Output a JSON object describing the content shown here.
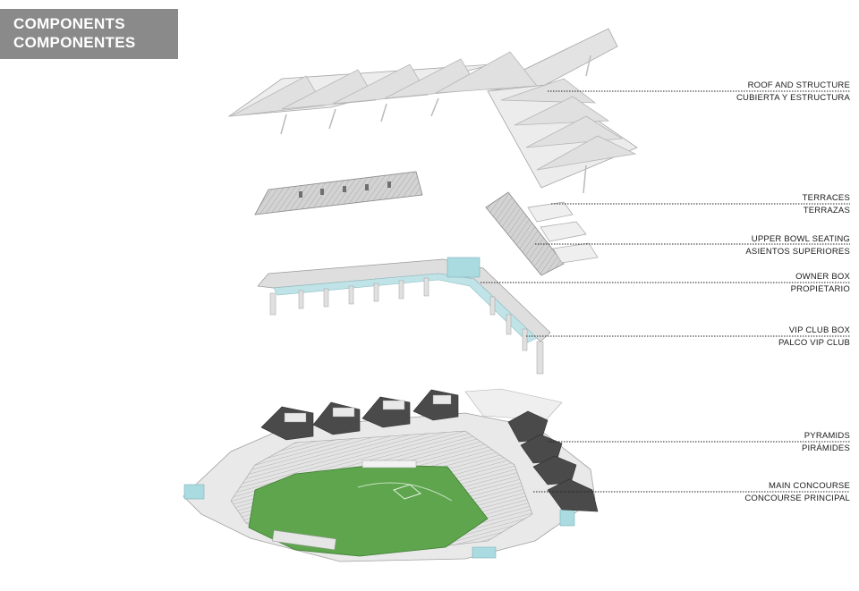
{
  "header": {
    "line1": "COMPONENTS",
    "line2": "COMPONENTES"
  },
  "components": [
    {
      "en": "ROOF AND STRUCTURE",
      "es": "CUBIERTA Y ESTRUCTURA"
    },
    {
      "en": "TERRACES",
      "es": "TERRAZAS"
    },
    {
      "en": "UPPER BOWL SEATING",
      "es": "ASIENTOS SUPERIORES"
    },
    {
      "en": "OWNER BOX",
      "es": "PROPIETARIO"
    },
    {
      "en": "VIP CLUB BOX",
      "es": "PALCO VIP CLUB"
    },
    {
      "en": "PYRAMIDS",
      "es": "PIRÁMIDES"
    },
    {
      "en": "MAIN CONCOURSE",
      "es": "CONCOURSE PRINCIPAL"
    }
  ],
  "colors": {
    "header_bg": "#8a8a8a",
    "field": "#5ea54e",
    "glass": "#a9dbe0",
    "pyramid": "#4a4a4a",
    "structure": "#d9d9d9"
  }
}
